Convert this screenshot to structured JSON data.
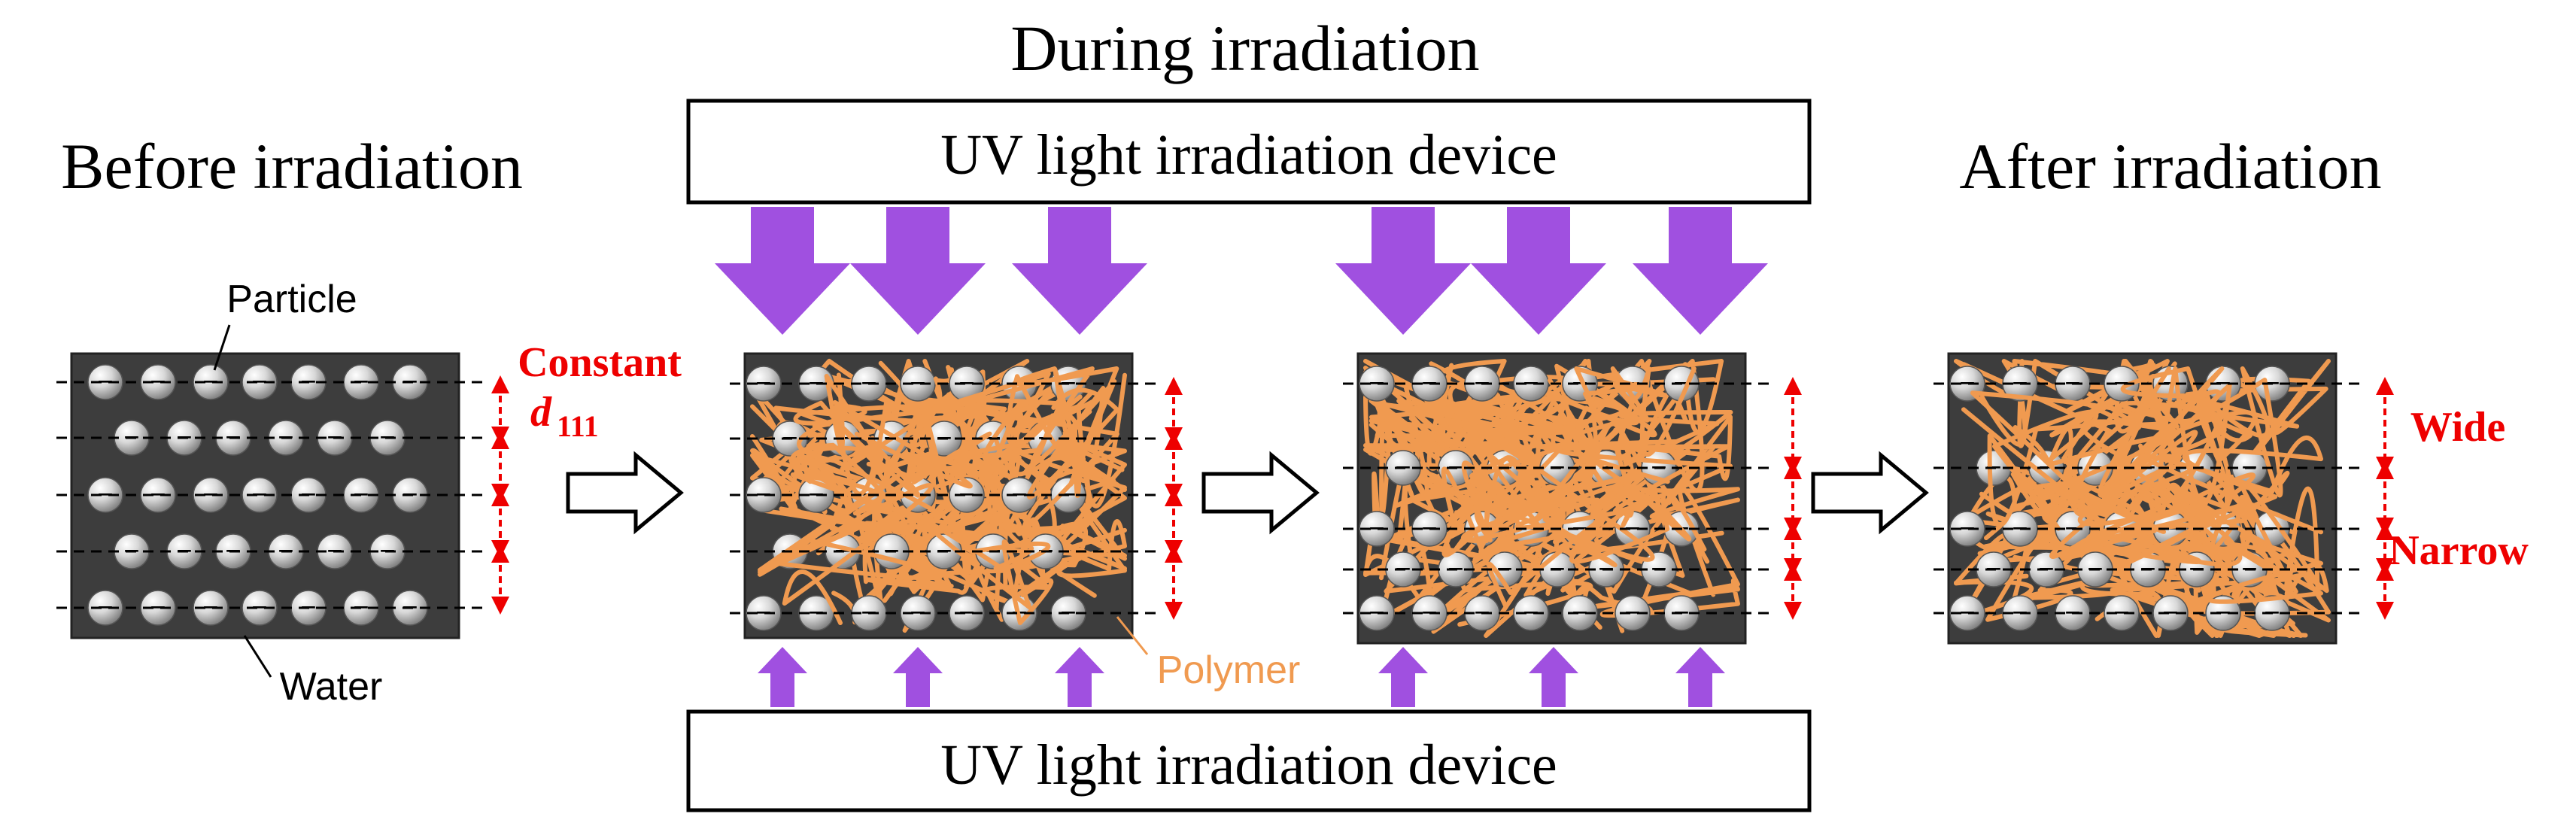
{
  "titles": {
    "before": "Before irradiation",
    "during": "During irradiation",
    "after": "After irradiation"
  },
  "devices": {
    "top_label": "UV light irradiation device",
    "bottom_label": "UV light irradiation device"
  },
  "labels": {
    "particle": "Particle",
    "water": "Water",
    "polymer": "Polymer",
    "constant": "Constant",
    "d111_main": "d",
    "d111_sub": "111",
    "wide": "Wide",
    "narrow": "Narrow"
  },
  "particle_sign": "−",
  "colors": {
    "uv_arrow": "#a050e0",
    "polymer": "#f09a50",
    "spacing_marker": "#ee0000",
    "panel": "#3d3d3d",
    "text": "#000000"
  }
}
